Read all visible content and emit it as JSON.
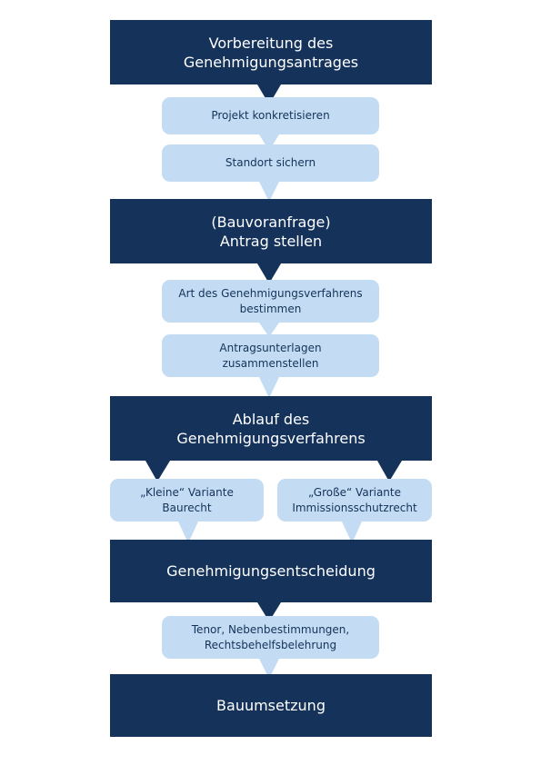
{
  "colors": {
    "dark": "#14325a",
    "light": "#c3dcf3"
  },
  "steps": {
    "vorbereitung": {
      "line1": "Vorbereitung des",
      "line2": "Genehmigungsantrages"
    },
    "projekt": {
      "line1": "Projekt konkretisieren"
    },
    "standort": {
      "line1": "Standort sichern"
    },
    "antrag": {
      "line1": "(Bauvoranfrage)",
      "line2": "Antrag stellen"
    },
    "art": {
      "line1": "Art des Genehmigungsverfahrens",
      "line2": "bestimmen"
    },
    "unterlagen": {
      "line1": "Antragsunterlagen",
      "line2": "zusammenstellen"
    },
    "ablauf": {
      "line1": "Ablauf des",
      "line2": "Genehmigungsverfahrens"
    },
    "kleine": {
      "line1": "„Kleine“ Variante",
      "line2": "Baurecht"
    },
    "grosse": {
      "line1": "„Große“ Variante",
      "line2": "Immissionsschutzrecht"
    },
    "entscheidung": {
      "line1": "Genehmigungsentscheidung"
    },
    "tenor": {
      "line1": "Tenor, Nebenbestimmungen,",
      "line2": "Rechtsbehelfsbelehrung"
    },
    "umsetzung": {
      "line1": "Bauumsetzung"
    }
  }
}
